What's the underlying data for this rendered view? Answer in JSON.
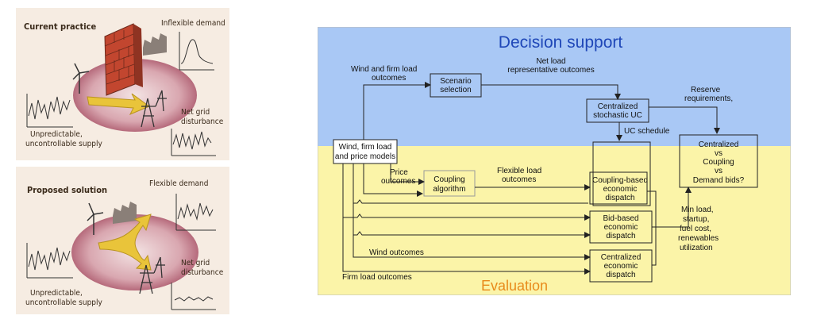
{
  "left_top": {
    "title": "Current practice",
    "demand_label": "Inflexible demand",
    "supply_label_1": "Unpredictable,",
    "supply_label_2": "uncontrollable supply",
    "grid_label_1": "Net grid",
    "grid_label_2": "disturbance"
  },
  "left_bottom": {
    "title": "Proposed solution",
    "demand_label": "Flexible demand",
    "supply_label_1": "Unpredictable,",
    "supply_label_2": "uncontrollable supply",
    "grid_label_1": "Net grid",
    "grid_label_2": "disturbance"
  },
  "flow": {
    "top_title": "Decision support",
    "bottom_title": "Evaluation",
    "colors": {
      "top_band": "#a9c8f5",
      "bottom_band": "#fbf4a8",
      "line": "#222222",
      "title_blue": "#1f47b8",
      "title_orange": "#e88a1a"
    },
    "nodes": {
      "scenario_1": "Scenario",
      "scenario_2": "selection",
      "cuc_1": "Centralized",
      "cuc_2": "stochastic UC",
      "models_1": "Wind, firm load",
      "models_2": "and price models",
      "coupling_1": "Coupling",
      "coupling_2": "algorithm",
      "cbed_1": "Coupling-based",
      "cbed_2": "economic",
      "cbed_3": "dispatch",
      "bbed_1": "Bid-based",
      "bbed_2": "economic",
      "bbed_3": "dispatch",
      "ced_1": "Centralized",
      "ced_2": "economic",
      "ced_3": "dispatch",
      "cmp_1": "Centralized",
      "cmp_2": "vs",
      "cmp_3": "Coupling",
      "cmp_4": "vs",
      "cmp_5": "Demand bids?"
    },
    "labels": {
      "wind_firm_1": "Wind and firm load",
      "wind_firm_2": "outcomes",
      "netload_1": "Net load",
      "netload_2": "representative outcomes",
      "reserve_1": "Reserve",
      "reserve_2": "requirements,",
      "uc_schedule": "UC schedule",
      "price_1": "Price",
      "price_2": "outcomes",
      "flex_1": "Flexible load",
      "flex_2": "outcomes",
      "wind_outcomes": "Wind outcomes",
      "firm_outcomes": "Firm load outcomes",
      "metric_1": "Min load,",
      "metric_2": "startup,",
      "metric_3": "fuel cost,",
      "metric_4": "renewables",
      "metric_5": "utilization"
    }
  }
}
